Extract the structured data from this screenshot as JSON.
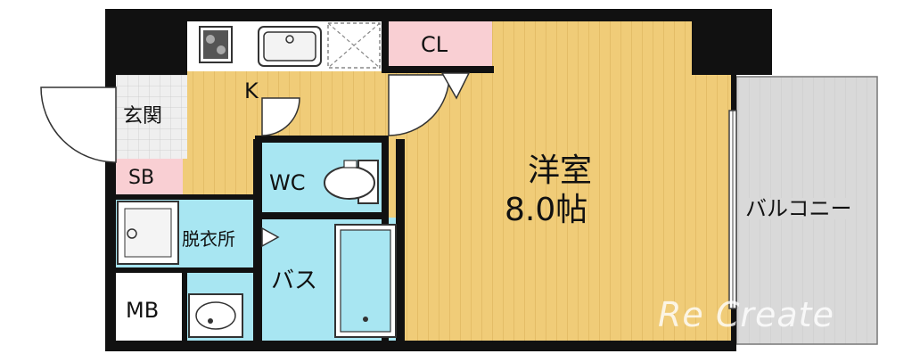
{
  "rooms": {
    "kitchen": "K",
    "entrance": "玄関",
    "shoe_box": "SB",
    "closet": "CL",
    "toilet": "WC",
    "washroom": "脱衣所",
    "bath": "バス",
    "meter_box": "MB",
    "western_room": "洋室",
    "western_room_size": "8.0帖",
    "balcony": "バルコニー"
  },
  "watermark": "Re Create",
  "colors": {
    "wall": "#111111",
    "floor_wood": "#f0cc78",
    "floor_wood_stripe": "#e4bd67",
    "wet_area": "#a8e6f2",
    "storage": "#f9cfd3",
    "balcony": "#d6d6d6",
    "tile": "#eeeeee"
  }
}
